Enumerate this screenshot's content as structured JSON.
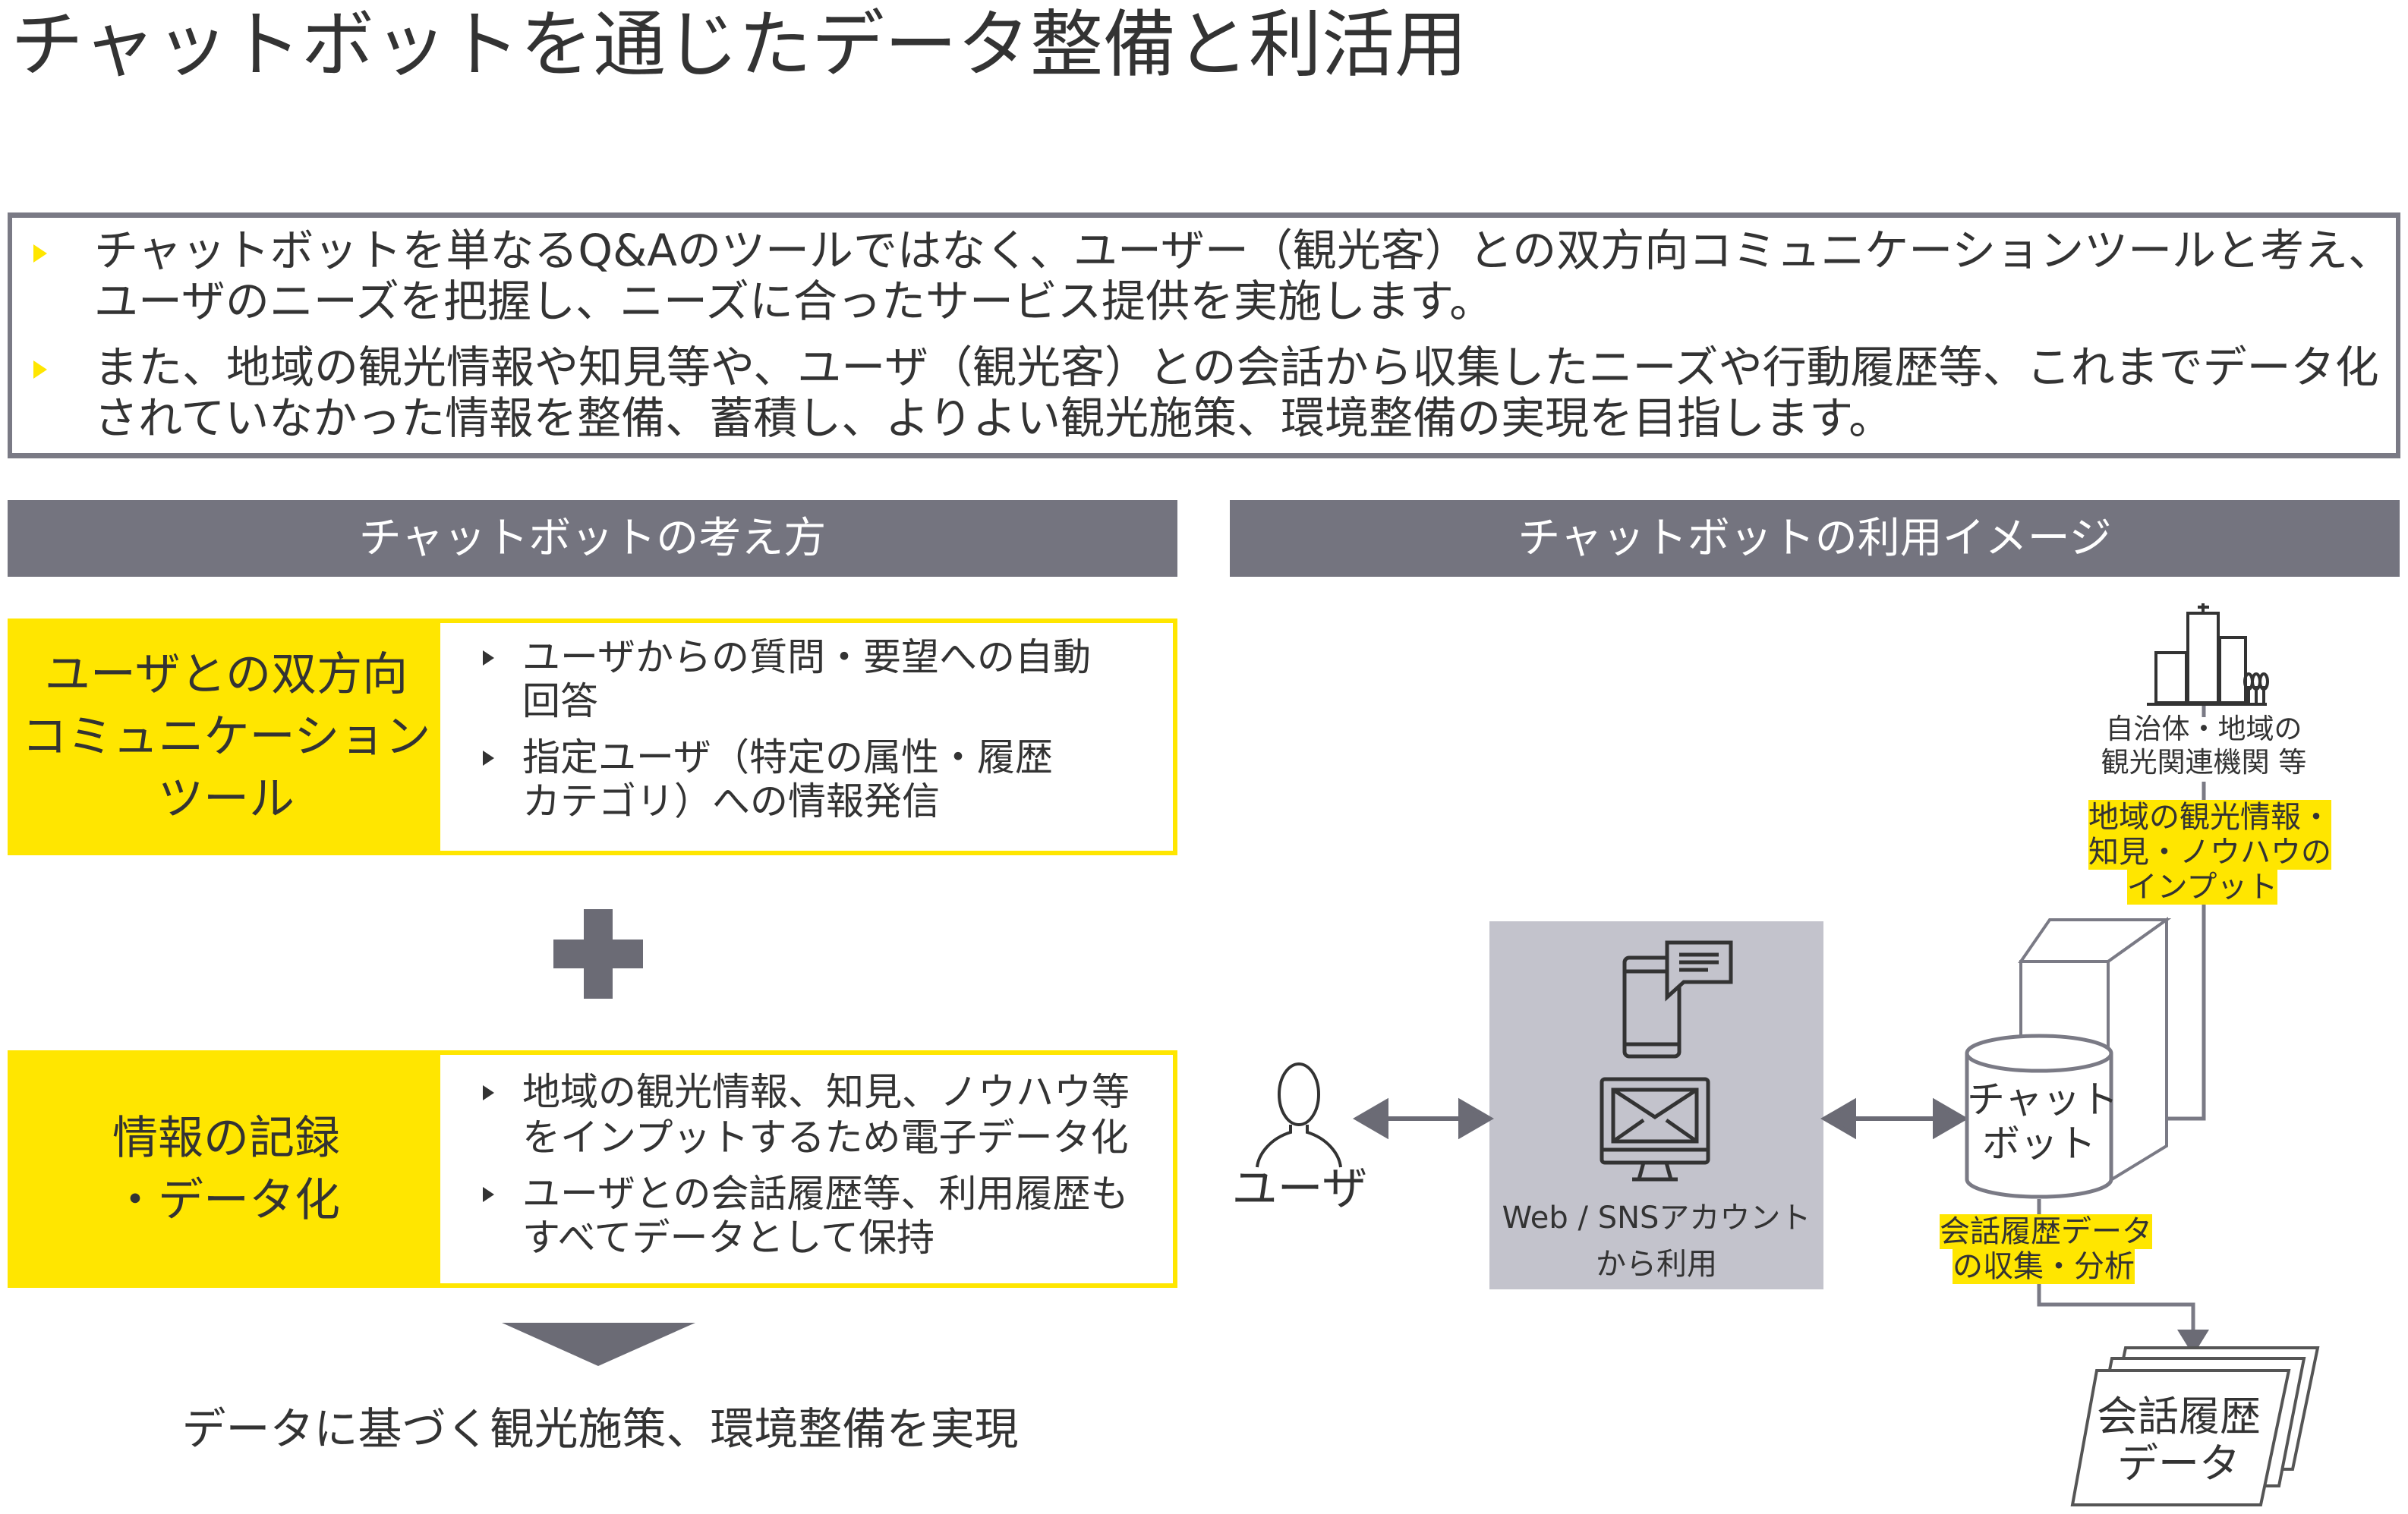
{
  "title": "チャットボットを通じたデータ整備と利活用",
  "info": {
    "bullets": [
      {
        "line1": "チャットボットを単なるQ&Aのツールではなく、ユーザー（観光客）との双方向コミュニケーションツールと考え、",
        "line2": "ユーザのニーズを把握し、ニーズに合ったサービス提供を実施します。"
      },
      {
        "line1": "また、地域の観光情報や知見等や、ユーザ（観光客）との会話から収集したニーズや行動履歴等、これまでデータ化",
        "line2": "されていなかった情報を整備、蓄積し、よりよい観光施策、環境整備の実現を目指します。"
      }
    ]
  },
  "left": {
    "header": "チャットボットの考え方",
    "box1": {
      "label": [
        "ユーザとの双方向",
        "コミュニケーション",
        "ツール"
      ],
      "bullets": [
        [
          "ユーザからの質問・要望への自動",
          "回答"
        ],
        [
          "指定ユーザ（特定の属性・履歴",
          "カテゴリ）への情報発信"
        ]
      ]
    },
    "box2": {
      "label": [
        "情報の記録",
        "・データ化"
      ],
      "bullets": [
        [
          "地域の観光情報、知見、ノウハウ等",
          "をインプットするため電子データ化"
        ],
        [
          "ユーザとの会話履歴等、利用履歴も",
          "すべてデータとして保持"
        ]
      ]
    },
    "result": "データに基づく観光施策、環境整備を実現"
  },
  "right": {
    "header": "チャットボットの利用イメージ",
    "org": [
      "自治体・地域の",
      "観光関連機関 等"
    ],
    "input_label": [
      "地域の観光情報・",
      "知見・ノウハウの",
      "インプット"
    ],
    "user": "ユーザ",
    "channel": [
      "Web / SNSアカウント",
      "から利用"
    ],
    "bot": [
      "チャット",
      "ボット"
    ],
    "collect_label": [
      "会話履歴データ",
      "の収集・分析"
    ],
    "history": [
      "会話履歴",
      "データ"
    ]
  },
  "colors": {
    "accent": "#ffe600",
    "header": "#74747f",
    "channel_bg": "#c3c3cc"
  }
}
